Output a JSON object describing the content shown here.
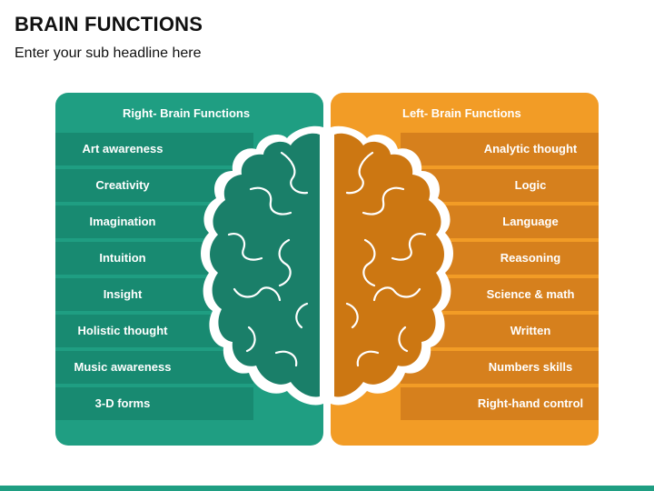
{
  "title": "BRAIN FUNCTIONS",
  "subtitle": "Enter your sub headline here",
  "right_panel": {
    "header": "Right- Brain Functions",
    "color": "#1f9e82",
    "items": [
      "Art awareness",
      "Creativity",
      "Imagination",
      "Intuition",
      "Insight",
      "Holistic thought",
      "Music awareness",
      "3-D forms"
    ]
  },
  "left_panel": {
    "header": "Left- Brain Functions",
    "color": "#f29c26",
    "items": [
      "Analytic thought",
      "Logic",
      "Language",
      "Reasoning",
      "Science & math",
      "Written",
      "Numbers skills",
      "Right-hand control"
    ]
  },
  "icons": {
    "right_hemisphere": "brain-right-hemisphere-icon",
    "left_hemisphere": "brain-left-hemisphere-icon"
  }
}
